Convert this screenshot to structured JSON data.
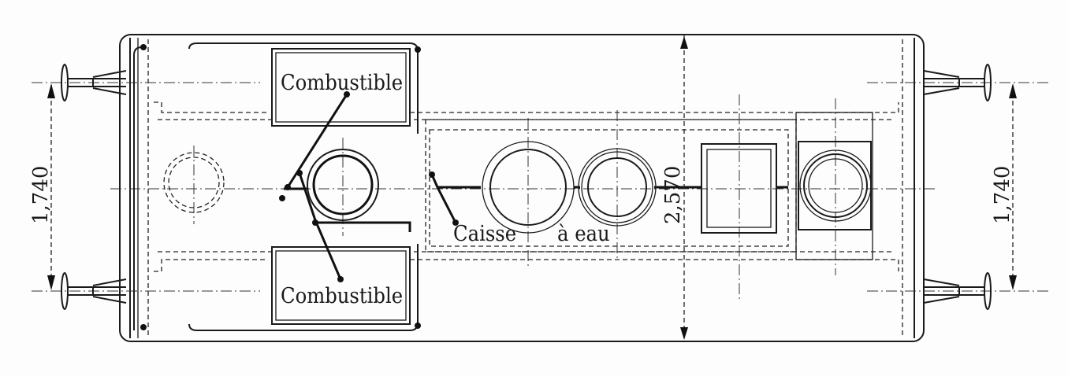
{
  "drawing": {
    "labels": {
      "fuel_top": "Combustible",
      "fuel_bottom": "Combustible",
      "water_tank_1": "Caisse",
      "water_tank_2": "à eau"
    },
    "dimensions": {
      "width": "2,570",
      "buffer_spacing_left": "1,740",
      "buffer_spacing_right": "1,740"
    }
  }
}
